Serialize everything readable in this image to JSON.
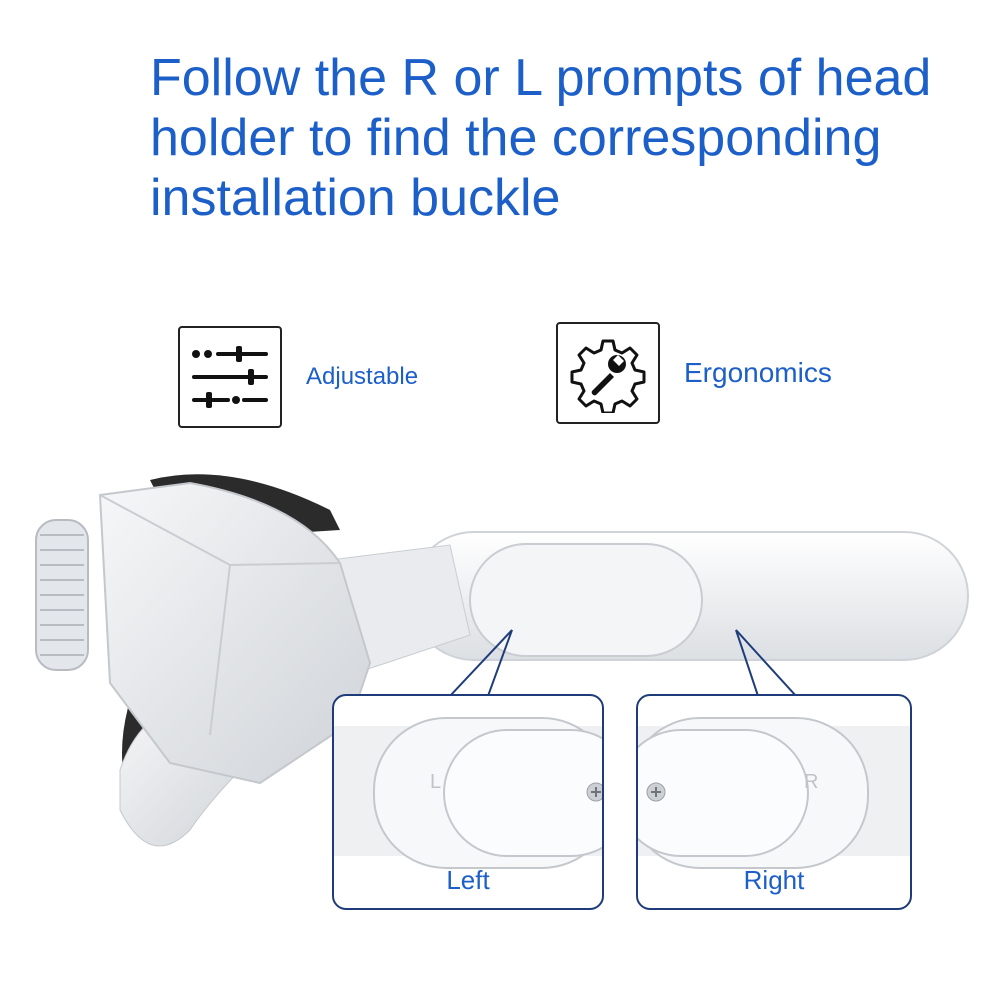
{
  "headline": "Follow the R or L prompts of head holder to find the corresponding installation buckle",
  "features": [
    {
      "label": "Adjustable",
      "icon": "sliders-icon"
    },
    {
      "label": "Ergonomics",
      "icon": "gear-wrench-icon"
    }
  ],
  "callouts": [
    {
      "caption": "Left",
      "mark": "L"
    },
    {
      "caption": "Right",
      "mark": "R"
    }
  ],
  "colors": {
    "headline": "#1c5fc9",
    "callout_border": "#1f3c7a",
    "icon_stroke": "#222222"
  }
}
